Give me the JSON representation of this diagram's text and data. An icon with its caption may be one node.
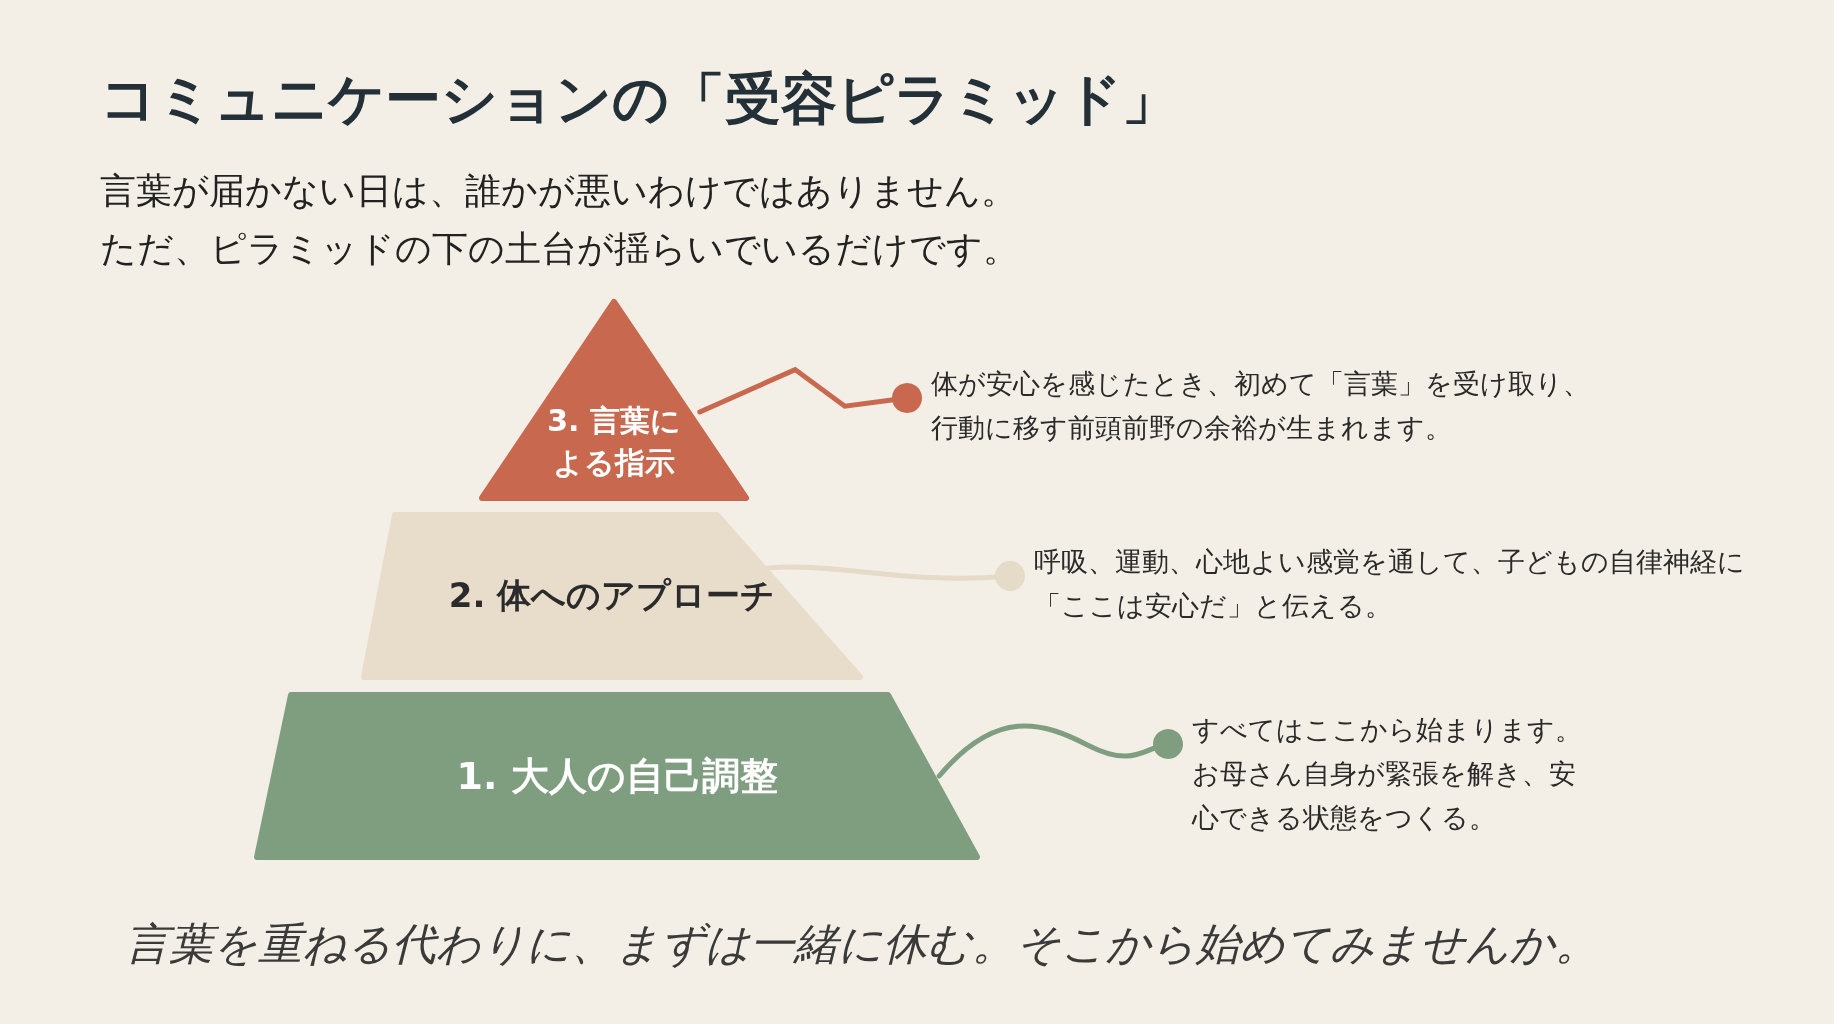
{
  "diagram": {
    "title": "コミュニケーションの「受容ピラミッド」",
    "caption": "言葉を重ねる代わりに、まずは一緒に休む。そこから始めてみませんか。",
    "labels": [
      "言葉が届かない日は、誰かが悪いわけではありません。ただ、ピラミッドの下の土台が揺らいでいるだけです。"
    ],
    "nodes": [
      {
        "text": [
          "3. 言葉による指示"
        ]
      },
      {
        "text": [
          "体が安心を感じたとき、初めて「言葉」を受け取り、行動に移す前頭前野の余裕が生まれます。"
        ]
      },
      {
        "text": [
          "2. 体へのアプローチ"
        ]
      },
      {
        "text": [
          "呼吸、運動、心地よい感覚を通して、子どもの自律神経に「ここは安心だ」と伝える。"
        ]
      },
      {
        "text": [
          "1. 大人の自己調整"
        ]
      },
      {
        "text": [
          "すべてはここから始まります。お母さん自身が緊張を解き、安心できる状態をつくる。"
        ]
      }
    ],
    "edges": [
      {
        "from": 0,
        "to": 1,
        "arrow": "other",
        "color": "#c8694f"
      },
      {
        "from": 2,
        "to": 3,
        "arrow": "other",
        "color": "#e6dac8"
      },
      {
        "from": 4,
        "to": 5,
        "arrow": "other",
        "color": "#7f9e80"
      }
    ]
  }
}
